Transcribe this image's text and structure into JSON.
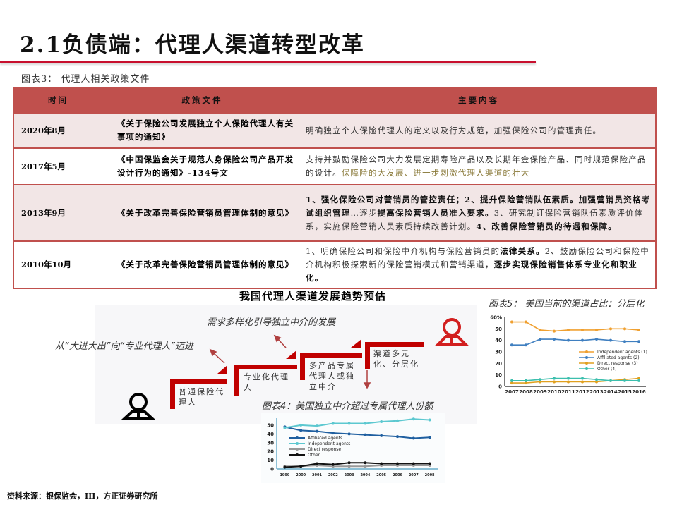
{
  "header": {
    "title": "2.1负债端：代理人渠道转型改革"
  },
  "policy_table": {
    "caption": "图表3：  代理人相关政策文件",
    "columns": [
      "时间",
      "政策文件",
      "主要内容"
    ],
    "rows": [
      {
        "time": "2020年8月",
        "document": "《关于保险公司发展独立个人保险代理人有关事项的通知》",
        "content_parts": [
          {
            "text": "明确独立个人保险代理人的定义以及行为规范，加强保险公司的管理责任。",
            "style": "normal"
          }
        ]
      },
      {
        "time": "2017年5月",
        "document": "《中国保监会关于规范人身保险公司产品开发设计行为的通知》-134号文",
        "content_parts": [
          {
            "text": "支持并鼓励保险公司大力发展定期寿险产品以及长期年金保险产品、同时规范保险产品的设计。",
            "style": "normal"
          },
          {
            "text": "保障险的大发展、进一步刺激代理人渠道的壮大",
            "style": "highlight"
          }
        ]
      },
      {
        "time": "2013年9月",
        "document": "《关于改革完善保险营销员管理体制的意见》",
        "content_parts": [
          {
            "text": "1、强化保险公司对营销员的管控责任；2、提升保险营销队伍素质。加强营销员资格考试组织管理",
            "style": "bold"
          },
          {
            "text": "…逐步",
            "style": "normal"
          },
          {
            "text": "提高保险营销人员准入要求。",
            "style": "bold"
          },
          {
            "text": "3、研究制订保险营销队伍素质评价体系，实施保险营销人员素质持续改善计划。",
            "style": "normal"
          },
          {
            "text": "4、改善保险营销员的待遇和保障。",
            "style": "bold"
          }
        ]
      },
      {
        "time": "2010年10月",
        "document": "《关于改革完善保险营销员管理体制的意见》",
        "content_parts": [
          {
            "text": "1、明确保险公司和保险中介机构与保险营销员的",
            "style": "normal"
          },
          {
            "text": "法律关系。",
            "style": "bold"
          },
          {
            "text": "2、鼓励保险公司和保险中介机构积极探索新的保险营销模式和营销渠道，",
            "style": "normal"
          },
          {
            "text": "逐步实现保险销售体系专业化和职业化。",
            "style": "bold"
          }
        ]
      }
    ]
  },
  "trend_diagram": {
    "title": "我国代理人渠道发展趋势预估",
    "annotations": {
      "upper": "需求多样化引导独立中介的发展",
      "lower": "从“大进大出”向“专业代理人”迈进"
    },
    "steps": [
      {
        "label": "普通保险代理人"
      },
      {
        "label": "专业化代理人"
      },
      {
        "label": "多产品专属代理人或独立中介"
      },
      {
        "label": "渠道多元化、分层化"
      }
    ],
    "colors": {
      "step": "#c00000",
      "person_start": "#000000",
      "person_end": "#d21f1f",
      "arrow": "#b04040"
    }
  },
  "source": "资料来源：银保监会，III，方正证券研究所",
  "chart_data": [
    {
      "type": "line",
      "title": "图表5：  美国当前的渠道占比：分层化",
      "xlabel": "",
      "ylabel": "",
      "x": [
        2007,
        2008,
        2009,
        2010,
        2011,
        2012,
        2013,
        2014,
        2015,
        2016
      ],
      "yticks": [
        "0",
        "10",
        "20",
        "30",
        "40",
        "50",
        "60%"
      ],
      "ylim": [
        0,
        60
      ],
      "legend_position": "right-middle",
      "series": [
        {
          "name": "Independent agents (1)",
          "color": "#f0a030",
          "values": [
            56,
            56,
            49,
            48,
            49,
            49,
            49,
            50,
            50,
            49
          ]
        },
        {
          "name": "Affiliated agents (2)",
          "color": "#3f7fc0",
          "values": [
            36,
            36,
            41,
            41,
            40,
            40,
            41,
            40,
            39,
            39
          ]
        },
        {
          "name": "Direct response (3)",
          "color": "#e0a020",
          "values": [
            3,
            3,
            4,
            4,
            4,
            4,
            4,
            5,
            6,
            7
          ]
        },
        {
          "name": "Other (4)",
          "color": "#3cbfae",
          "values": [
            5,
            5,
            6,
            7,
            7,
            7,
            6,
            5,
            5,
            5
          ]
        }
      ]
    },
    {
      "type": "line",
      "title": "图表4：美国独立中介超过专属代理人份额",
      "xlabel": "",
      "ylabel": "",
      "x": [
        "1999",
        "2000",
        "2001",
        "2002",
        "2003",
        "2004",
        "2005",
        "2006",
        "2007",
        "2008"
      ],
      "yticks": [
        "0",
        "10",
        "20",
        "30",
        "40",
        "50"
      ],
      "ylim": [
        0,
        58
      ],
      "legend_position": "left-middle",
      "series": [
        {
          "name": "Affiliated agents",
          "color": "#1f5fa0",
          "values": [
            48,
            44,
            43,
            41,
            40,
            39,
            38,
            37,
            35,
            36
          ]
        },
        {
          "name": "Independent agents",
          "color": "#5cc8d0",
          "values": [
            47,
            50,
            49,
            52,
            52,
            52,
            54,
            55,
            57,
            56
          ]
        },
        {
          "name": "Direct response",
          "color": "#999999",
          "values": [
            3,
            3,
            4,
            3,
            3,
            3,
            4,
            4,
            4,
            4
          ]
        },
        {
          "name": "Other",
          "color": "#111111",
          "values": [
            2,
            3,
            6,
            5,
            7,
            7,
            6,
            6,
            6,
            6
          ]
        }
      ]
    }
  ]
}
